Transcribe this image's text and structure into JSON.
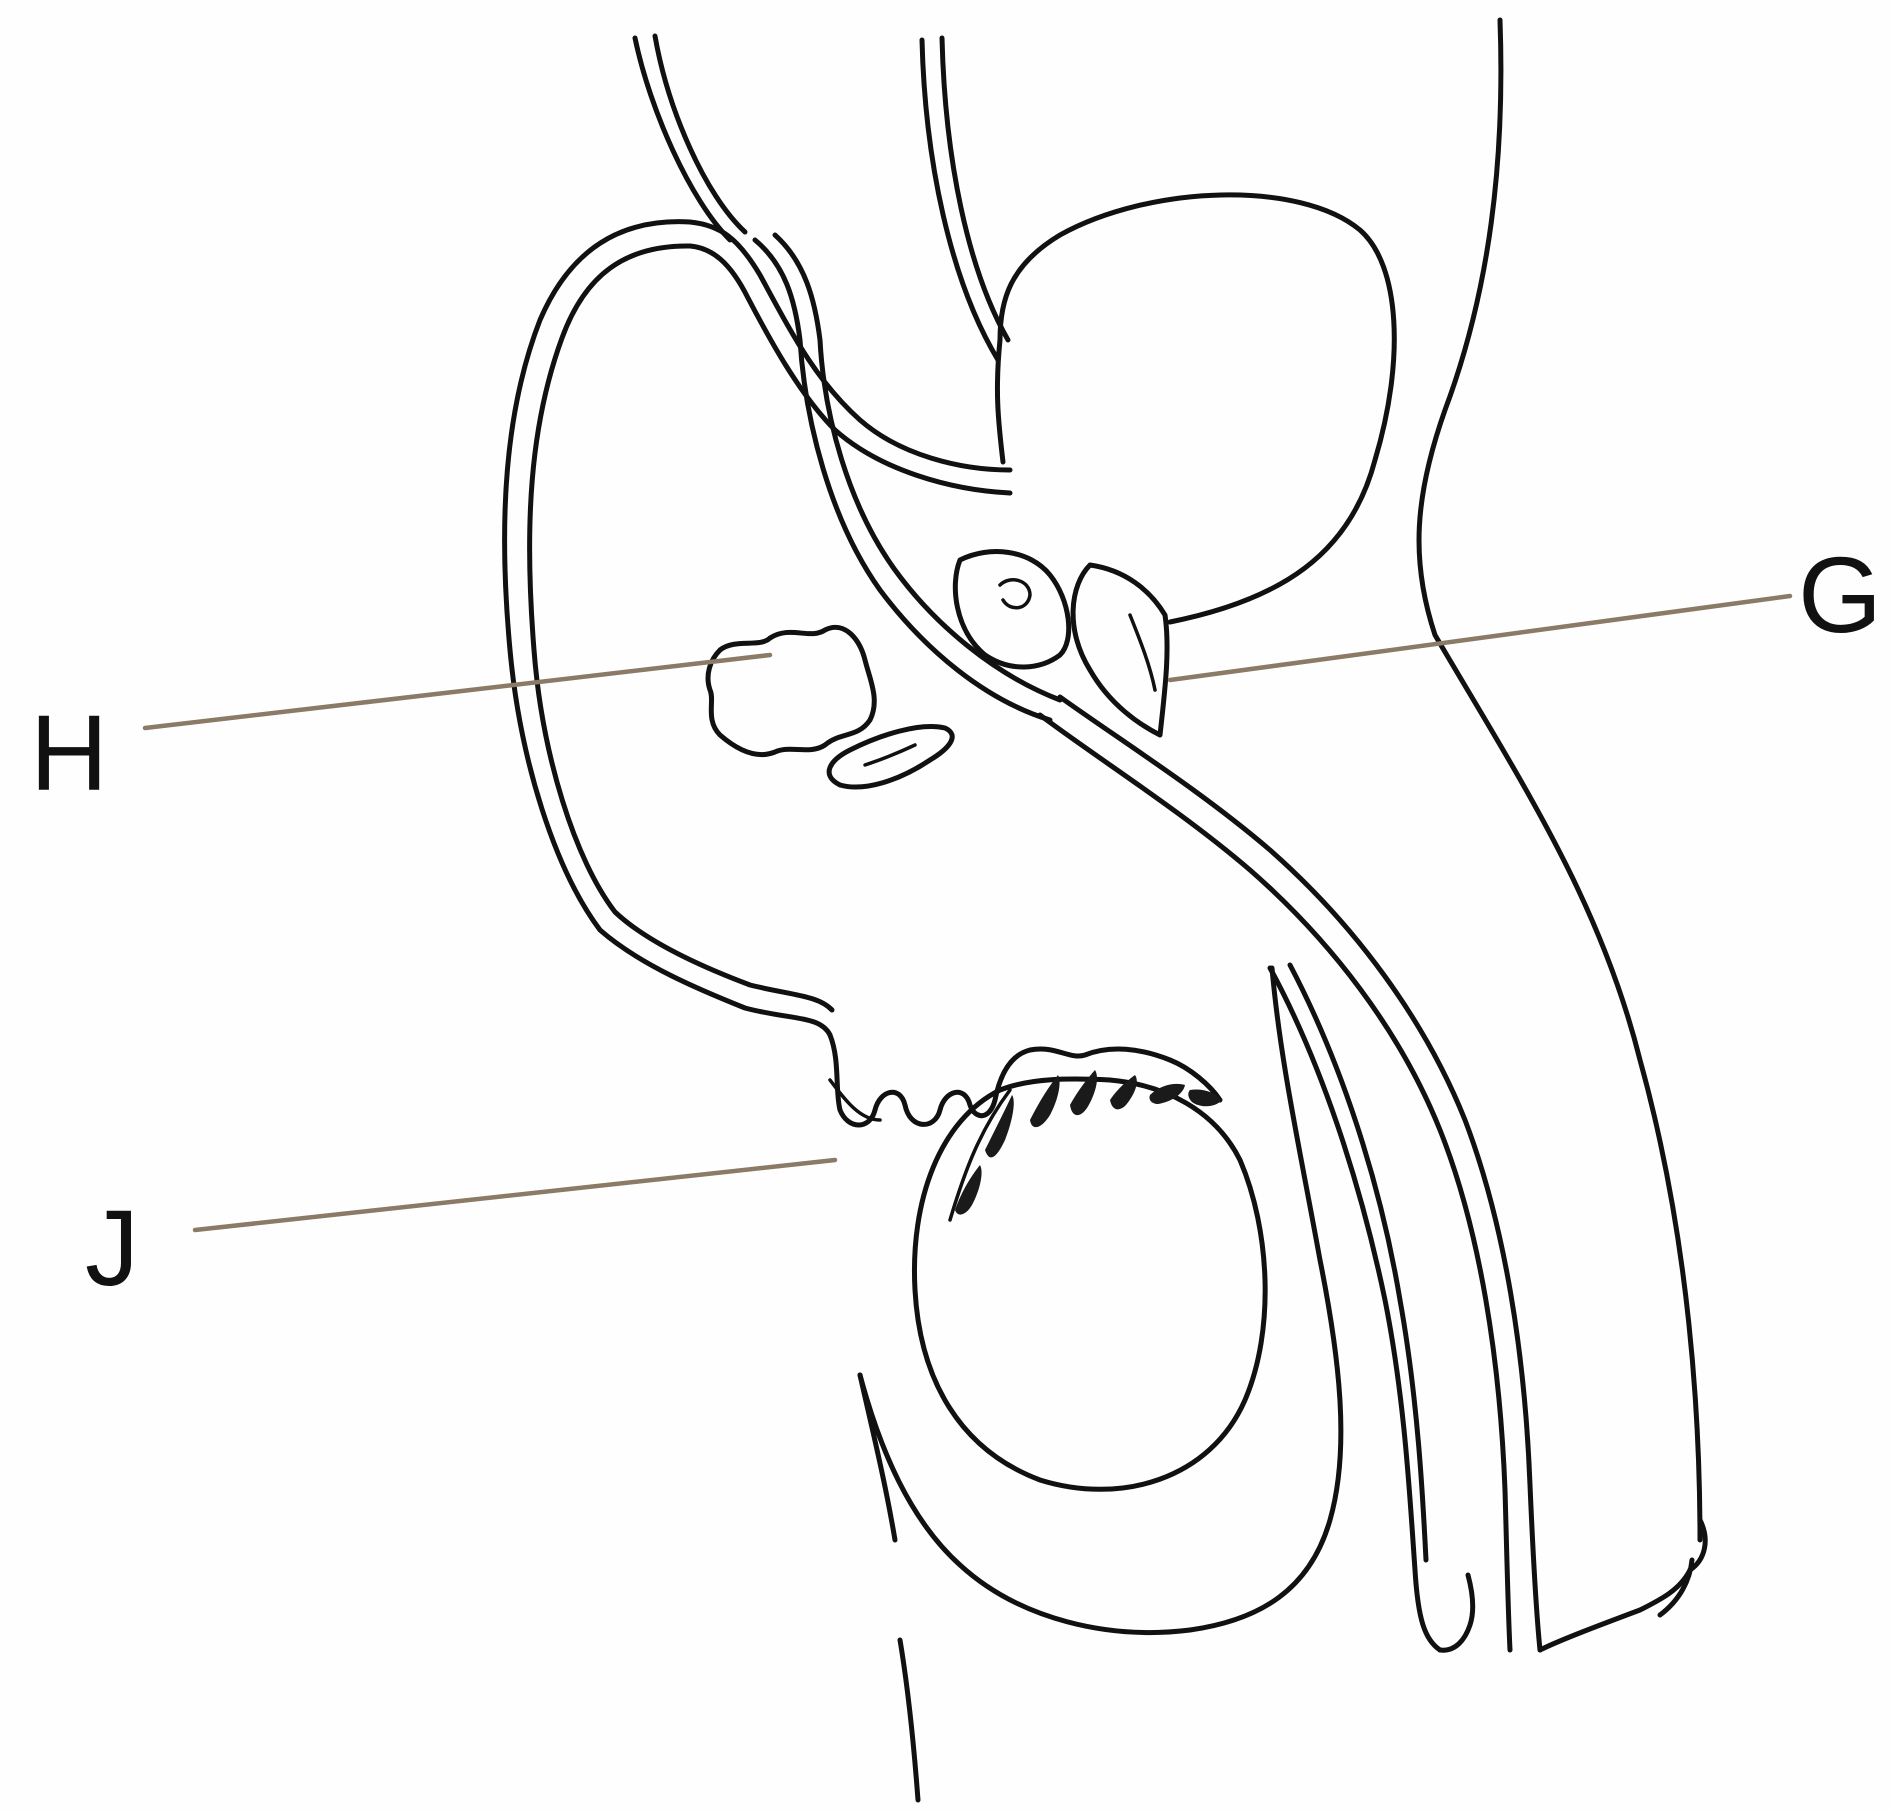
{
  "labels": {
    "g": "G",
    "h": "H",
    "j": "J"
  },
  "colors": {
    "ink": "#111111",
    "leader": "#8a7a66",
    "background": "#fefefe"
  }
}
